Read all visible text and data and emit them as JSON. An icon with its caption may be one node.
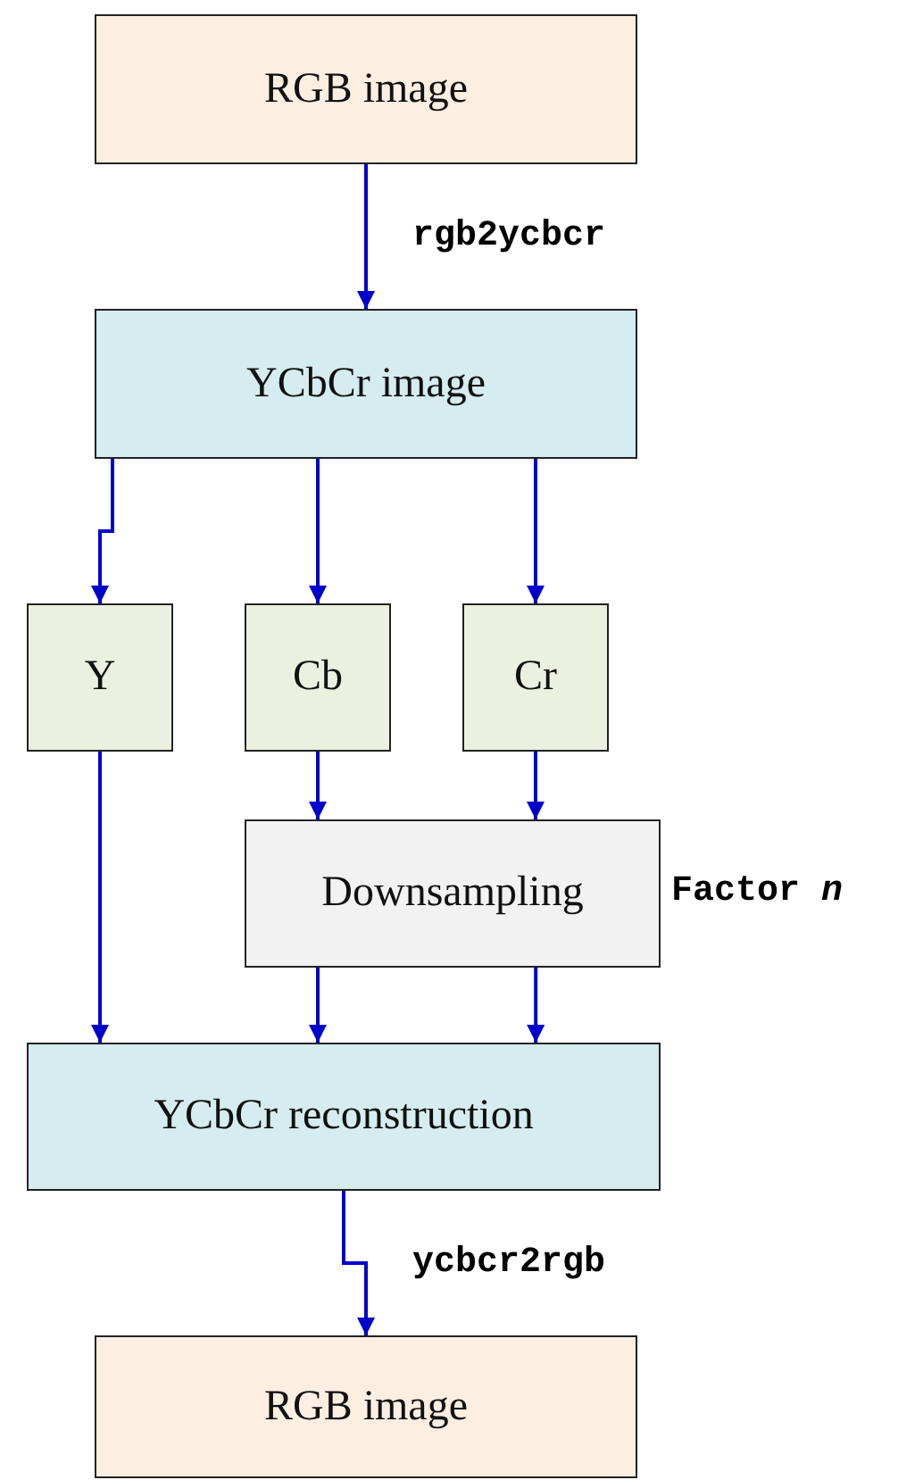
{
  "diagram": {
    "nodes": [
      {
        "text": [
          "RGB image"
        ]
      },
      {
        "text": [
          "YCbCr image"
        ]
      },
      {
        "text": [
          "Y"
        ]
      },
      {
        "text": [
          "Cb"
        ]
      },
      {
        "text": [
          "Cr"
        ]
      },
      {
        "text": [
          "Downsampling"
        ],
        "beside": [
          "Factor *n*"
        ]
      },
      {
        "text": [
          "YCbCr reconstruction"
        ]
      },
      {
        "text": [
          "RGB image"
        ]
      }
    ],
    "edges": [
      {
        "from": 0,
        "to": 1,
        "arrow": "to",
        "label": "rgb2ycbcr"
      },
      {
        "from": 1,
        "to": 2,
        "arrow": "to"
      },
      {
        "from": 1,
        "to": 3,
        "arrow": "to"
      },
      {
        "from": 1,
        "to": 4,
        "arrow": "to"
      },
      {
        "from": 2,
        "to": 6,
        "arrow": "to"
      },
      {
        "from": 3,
        "to": 5,
        "arrow": "to"
      },
      {
        "from": 4,
        "to": 5,
        "arrow": "to"
      },
      {
        "from": 5,
        "to": 6,
        "arrow": "to"
      },
      {
        "from": 5,
        "to": 6,
        "arrow": "to"
      },
      {
        "from": 6,
        "to": 7,
        "arrow": "to",
        "label": "ycbcr2rgb"
      }
    ]
  }
}
